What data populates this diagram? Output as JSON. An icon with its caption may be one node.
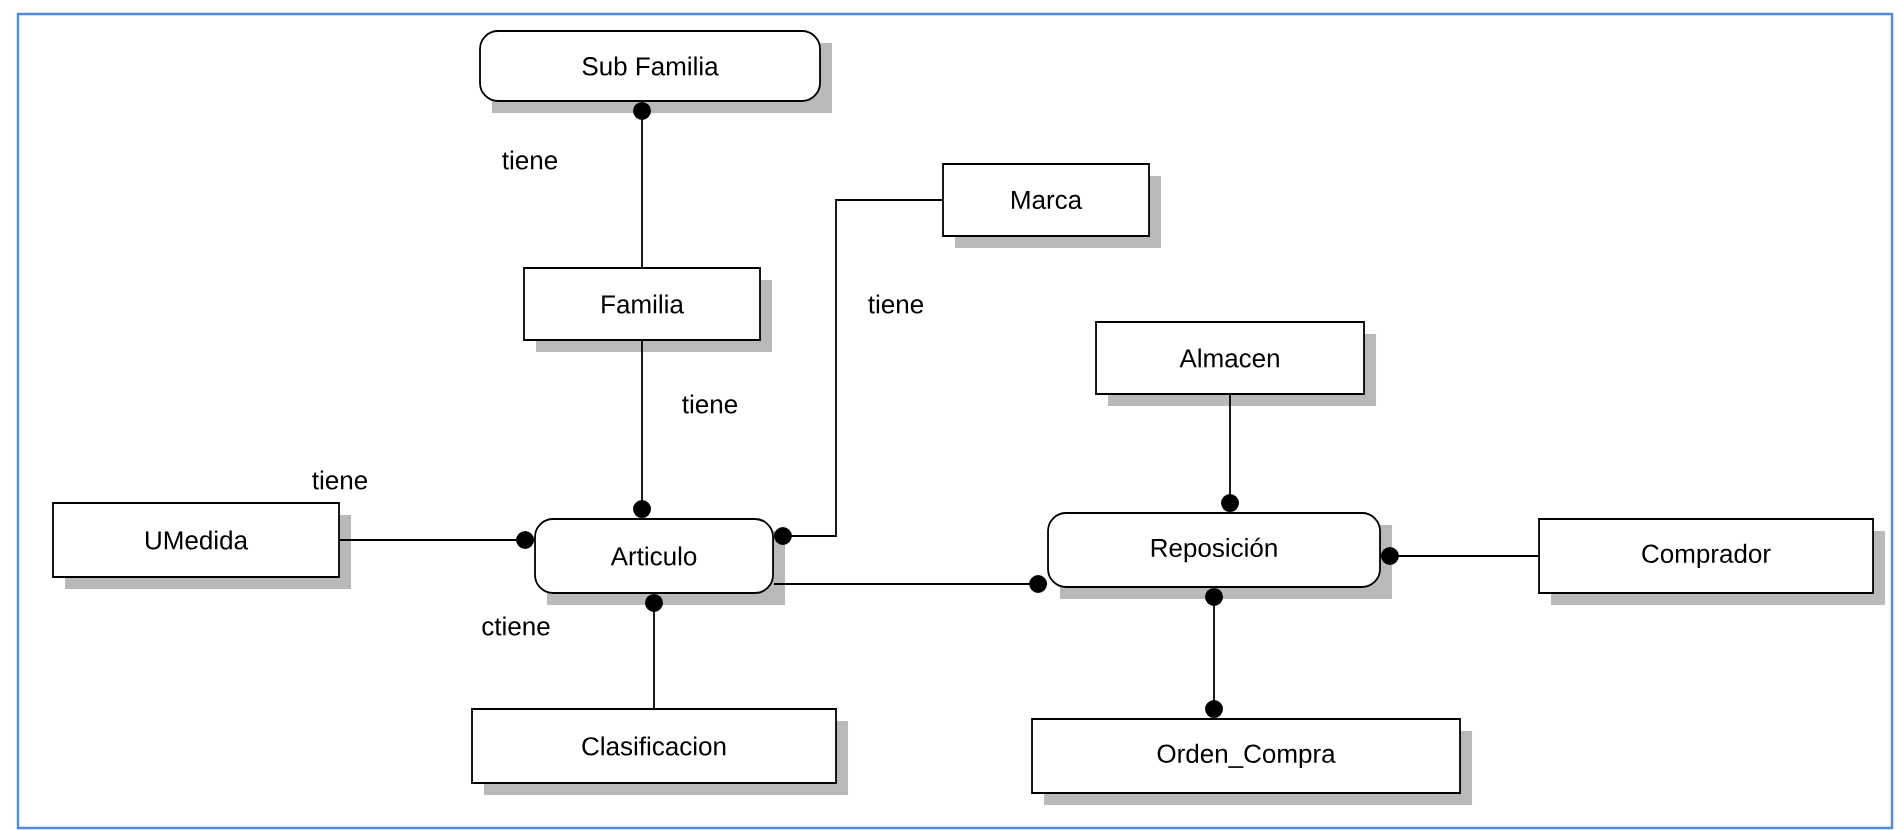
{
  "diagram": {
    "nodes": [
      {
        "text": [
          "Sub Familia"
        ]
      },
      {
        "text": [
          "Marca"
        ]
      },
      {
        "text": [
          "Familia"
        ]
      },
      {
        "text": [
          "Almacen"
        ]
      },
      {
        "text": [
          "UMedida"
        ]
      },
      {
        "text": [
          "Articulo"
        ]
      },
      {
        "text": [
          "Reposición"
        ]
      },
      {
        "text": [
          "Comprador"
        ]
      },
      {
        "text": [
          "Clasificacion"
        ]
      },
      {
        "text": [
          "Orden_Compra"
        ]
      }
    ],
    "edges": [
      {
        "from": 2,
        "to": 0,
        "arrow": "other",
        "label": "tiene"
      },
      {
        "from": 1,
        "to": 5,
        "arrow": "other",
        "label": "tiene"
      },
      {
        "from": 2,
        "to": 5,
        "arrow": "other",
        "label": "tiene"
      },
      {
        "from": 4,
        "to": 5,
        "arrow": "other",
        "label": "tiene"
      },
      {
        "from": 8,
        "to": 5,
        "arrow": "other",
        "label": "ctiene"
      },
      {
        "from": 5,
        "to": 6,
        "arrow": "other"
      },
      {
        "from": 3,
        "to": 6,
        "arrow": "other"
      },
      {
        "from": 7,
        "to": 6,
        "arrow": "other"
      },
      {
        "from": 6,
        "to": 9,
        "arrow": "other"
      }
    ]
  }
}
